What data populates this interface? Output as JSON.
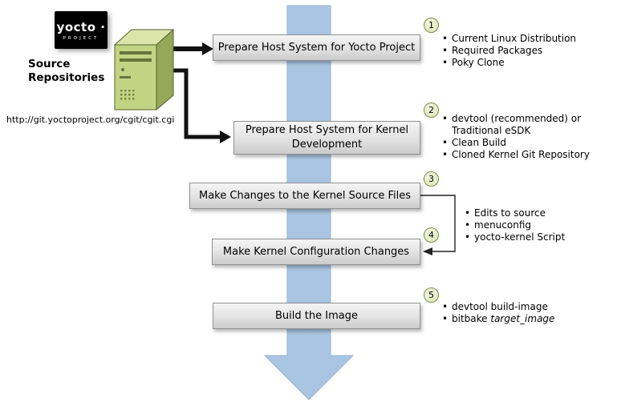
{
  "logo": {
    "brand": "yocto ·",
    "subtitle": "PROJECT"
  },
  "source": {
    "label": "Source Repositories",
    "url": "http://git.yoctoproject.org/cgit/cgit.cgi"
  },
  "steps": [
    {
      "number": "1",
      "label": "Prepare Host System for Yocto Project",
      "bullets": [
        "Current Linux Distribution",
        "Required Packages",
        "Poky Clone"
      ]
    },
    {
      "number": "2",
      "label": "Prepare Host System for Kernel Development",
      "bullets": [
        "devtool (recommended) or Traditional eSDK",
        "Clean Build",
        "Cloned Kernel Git Repository"
      ]
    },
    {
      "number": "3",
      "label": "Make Changes to the Kernel Source Files"
    },
    {
      "number": "4",
      "label": "Make Kernel Configuration Changes"
    },
    {
      "number": "5",
      "label": "Build the Image"
    }
  ],
  "shared_bullets": [
    "Edits to source",
    "menuconfig",
    "yocto-kernel Script"
  ],
  "step5_bullets": {
    "item1": "devtool build-image",
    "item2_prefix": "bitbake ",
    "item2_italic": "target_image"
  },
  "colors": {
    "flow_arrow_blue": "#a9c5e1",
    "box_gray_top": "#f5f5f5",
    "box_gray_bottom": "#cccccc",
    "badge_fill": "#dce6b4",
    "badge_border": "#7d8d4e",
    "server_green_front": "#c3d384",
    "server_green_side": "#95a758",
    "server_green_top": "#dbe4ab"
  }
}
